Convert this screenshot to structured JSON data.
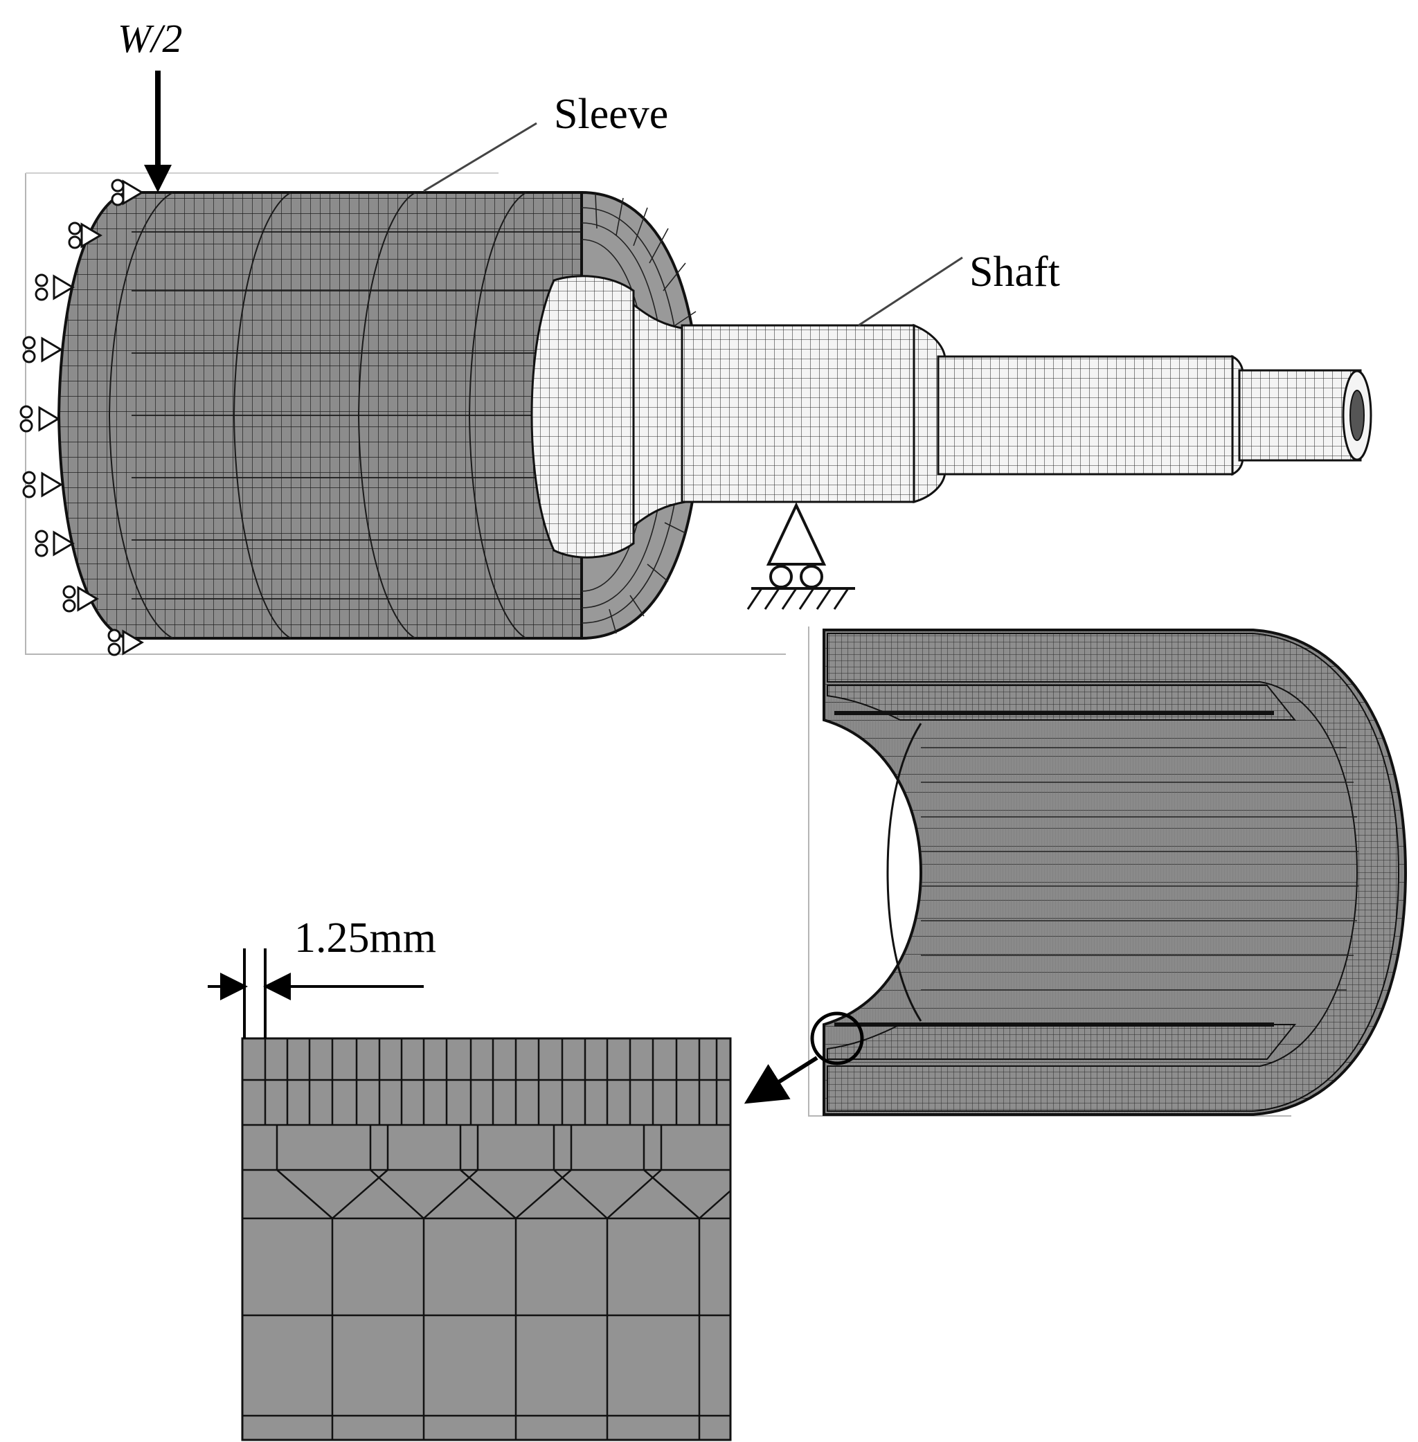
{
  "labels": {
    "load": "W/2",
    "sleeve": "Sleeve",
    "shaft": "Shaft",
    "dimension": "1.25mm"
  },
  "colors": {
    "sleeve_fill": "#8c8c8c",
    "sleeve_end_fill": "#999999",
    "shaft_fill": "#f4f4f4",
    "cross_section_fill": "#8e8e8e",
    "zoom_fill": "#939393",
    "mesh_line": "#1a1a1a",
    "label": "#000000"
  }
}
